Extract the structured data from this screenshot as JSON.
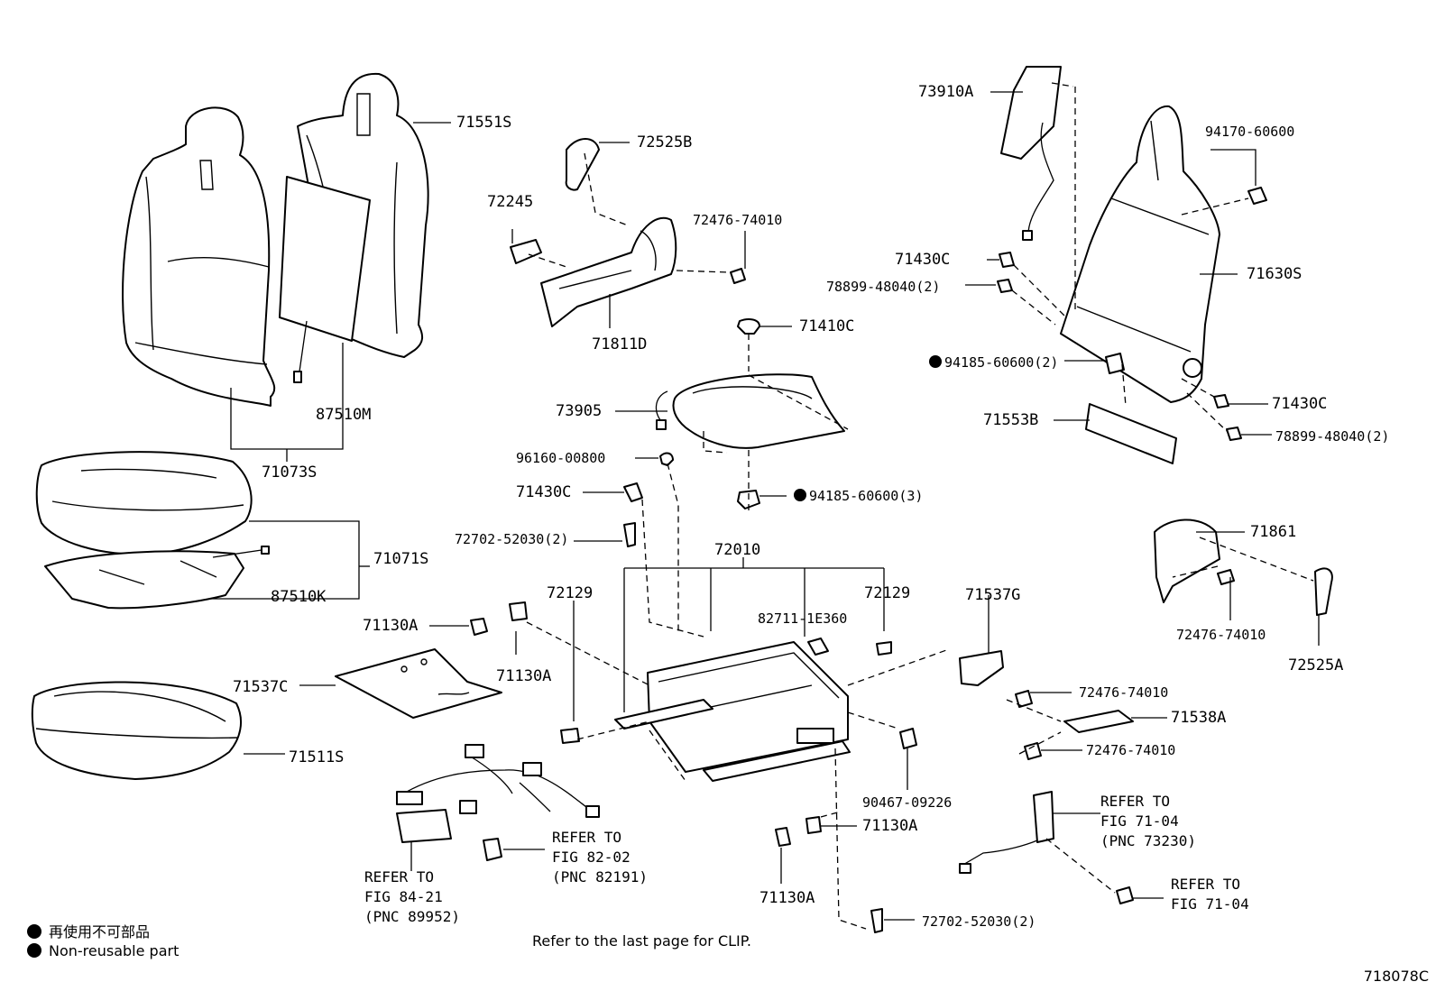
{
  "figure_id": "718078C",
  "footer_note": "Refer to the last page for CLIP.",
  "legend": [
    {
      "marker": "non-reusable-dot",
      "text": "再使用不可部品"
    },
    {
      "marker": "non-reusable-dot",
      "text": "Non-reusable part"
    }
  ],
  "parts": [
    {
      "id": "p71551S",
      "label": "71551S",
      "non_reusable": false
    },
    {
      "id": "p87510M",
      "label": "87510M",
      "non_reusable": false
    },
    {
      "id": "p71073S",
      "label": "71073S",
      "non_reusable": false
    },
    {
      "id": "p71071S",
      "label": "71071S",
      "non_reusable": false
    },
    {
      "id": "p87510K",
      "label": "87510K",
      "non_reusable": false
    },
    {
      "id": "p71130A_a",
      "label": "71130A",
      "non_reusable": false
    },
    {
      "id": "p71130A_b",
      "label": "71130A",
      "non_reusable": false
    },
    {
      "id": "p71537C",
      "label": "71537C",
      "non_reusable": false
    },
    {
      "id": "p71511S",
      "label": "71511S",
      "non_reusable": false
    },
    {
      "id": "p72525B",
      "label": "72525B",
      "non_reusable": false
    },
    {
      "id": "p72245",
      "label": "72245",
      "non_reusable": false
    },
    {
      "id": "p72476_74010_a",
      "label": "72476-74010",
      "non_reusable": false
    },
    {
      "id": "p71811D",
      "label": "71811D",
      "non_reusable": false
    },
    {
      "id": "p71410C",
      "label": "71410C",
      "non_reusable": false
    },
    {
      "id": "p73905",
      "label": "73905",
      "non_reusable": false
    },
    {
      "id": "p96160_00800",
      "label": "96160-00800",
      "non_reusable": false
    },
    {
      "id": "p71430C_a",
      "label": "71430C",
      "non_reusable": false
    },
    {
      "id": "p94185_60600_3",
      "label": "94185-60600(3)",
      "non_reusable": true
    },
    {
      "id": "p72702_52030_a",
      "label": "72702-52030(2)",
      "non_reusable": false
    },
    {
      "id": "p72010",
      "label": "72010",
      "non_reusable": false
    },
    {
      "id": "p72129_a",
      "label": "72129",
      "non_reusable": false
    },
    {
      "id": "p82711_1E360",
      "label": "82711-1E360",
      "non_reusable": false
    },
    {
      "id": "p72129_b",
      "label": "72129",
      "non_reusable": false
    },
    {
      "id": "p90467_09226",
      "label": "90467-09226",
      "non_reusable": false
    },
    {
      "id": "p71130A_c",
      "label": "71130A",
      "non_reusable": false
    },
    {
      "id": "p71130A_d",
      "label": "71130A",
      "non_reusable": false
    },
    {
      "id": "p72702_52030_b",
      "label": "72702-52030(2)",
      "non_reusable": false
    },
    {
      "id": "p73910A",
      "label": "73910A",
      "non_reusable": false
    },
    {
      "id": "p94170_60600",
      "label": "94170-60600",
      "non_reusable": false
    },
    {
      "id": "p71430C_b",
      "label": "71430C",
      "non_reusable": false
    },
    {
      "id": "p78899_48040_a",
      "label": "78899-48040(2)",
      "non_reusable": false
    },
    {
      "id": "p71630S",
      "label": "71630S",
      "non_reusable": false
    },
    {
      "id": "p94185_60600_2",
      "label": "94185-60600(2)",
      "non_reusable": true
    },
    {
      "id": "p71430C_c",
      "label": "71430C",
      "non_reusable": false
    },
    {
      "id": "p71553B",
      "label": "71553B",
      "non_reusable": false
    },
    {
      "id": "p78899_48040_b",
      "label": "78899-48040(2)",
      "non_reusable": false
    },
    {
      "id": "p71861",
      "label": "71861",
      "non_reusable": false
    },
    {
      "id": "p72476_74010_b",
      "label": "72476-74010",
      "non_reusable": false
    },
    {
      "id": "p72525A",
      "label": "72525A",
      "non_reusable": false
    },
    {
      "id": "p71537G",
      "label": "71537G",
      "non_reusable": false
    },
    {
      "id": "p72476_74010_c",
      "label": "72476-74010",
      "non_reusable": false
    },
    {
      "id": "p71538A",
      "label": "71538A",
      "non_reusable": false
    },
    {
      "id": "p72476_74010_d",
      "label": "72476-74010",
      "non_reusable": false
    }
  ],
  "references": [
    {
      "id": "r89952",
      "lines": [
        "REFER TO",
        "FIG 84-21",
        "(PNC 89952)"
      ]
    },
    {
      "id": "r82191",
      "lines": [
        "REFER TO",
        "FIG 82-02",
        "(PNC 82191)"
      ]
    },
    {
      "id": "r73230",
      "lines": [
        "REFER TO",
        "FIG 71-04",
        "(PNC 73230)"
      ]
    },
    {
      "id": "r7104",
      "lines": [
        "REFER TO",
        "FIG 71-04"
      ]
    }
  ]
}
